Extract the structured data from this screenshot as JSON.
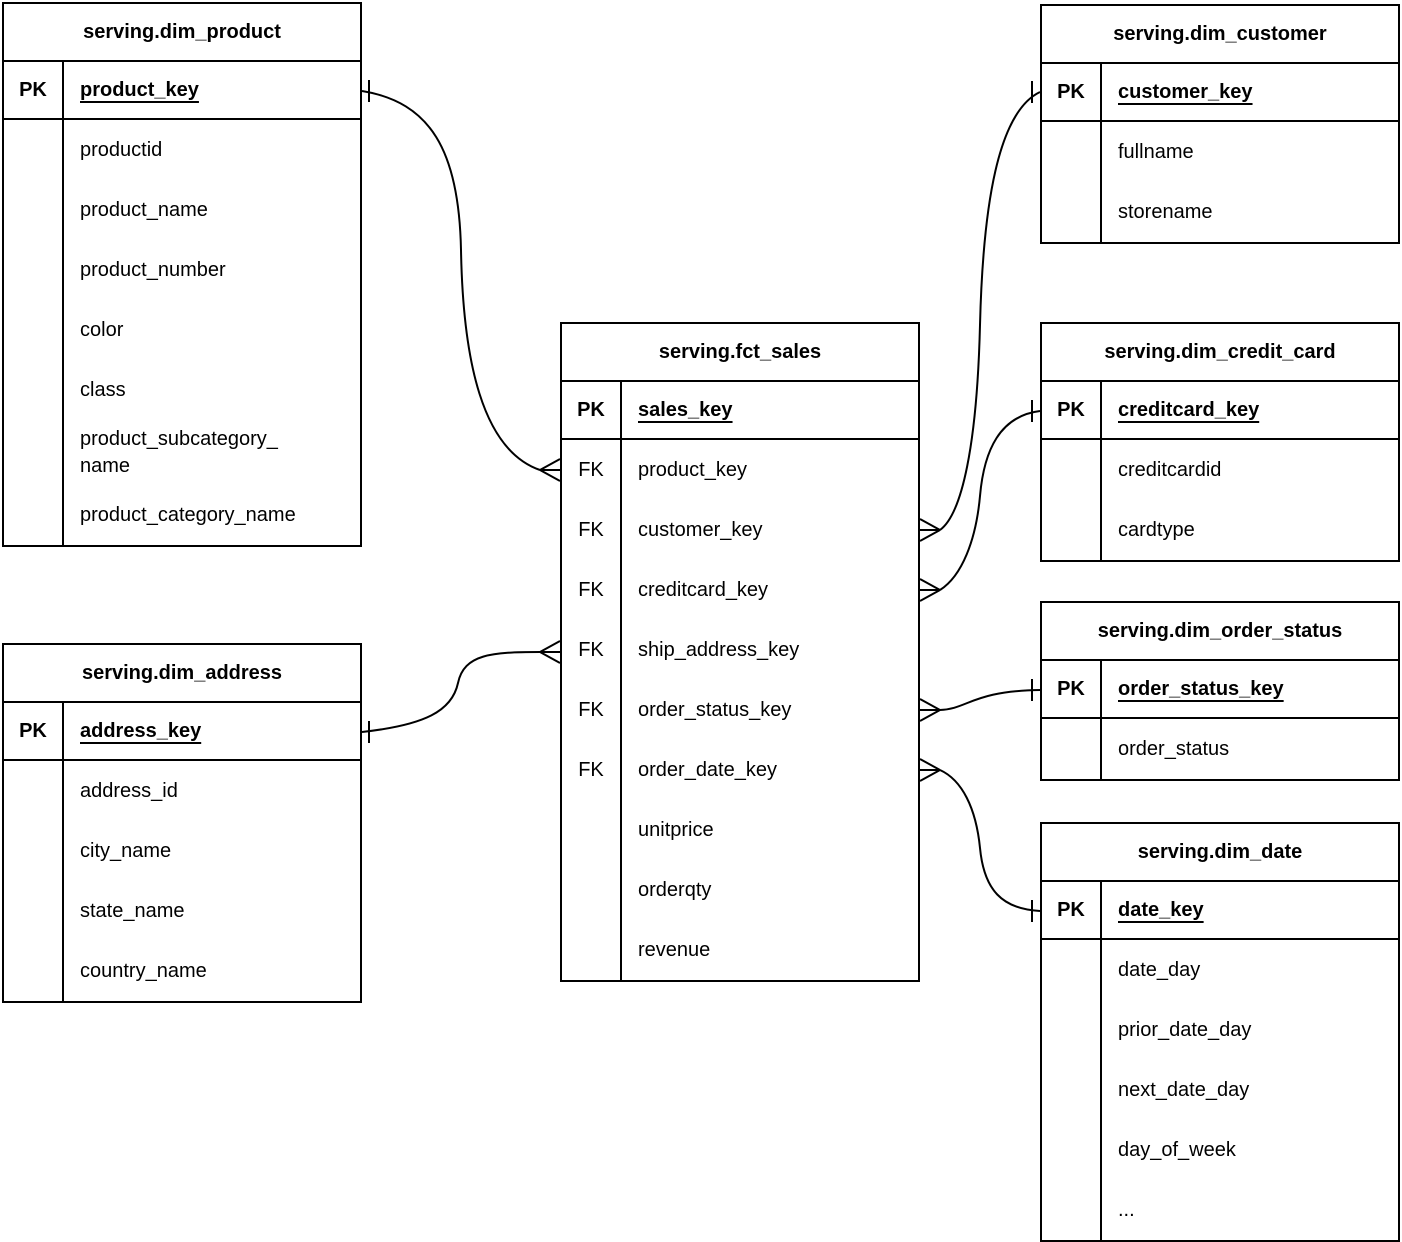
{
  "colors": {
    "background": "#ffffff",
    "line": "#000000",
    "text": "#000000"
  },
  "diagram": {
    "tables": {
      "dim_product": {
        "title": "serving.dim_product",
        "pk": {
          "key": "PK",
          "name": "product_key"
        },
        "fields": [
          {
            "key": "",
            "name": "productid"
          },
          {
            "key": "",
            "name": "product_name"
          },
          {
            "key": "",
            "name": "product_number"
          },
          {
            "key": "",
            "name": "color"
          },
          {
            "key": "",
            "name": "class"
          },
          {
            "key": "",
            "name": "product_subcategory_\nname"
          },
          {
            "key": "",
            "name": "product_category_name"
          }
        ]
      },
      "dim_customer": {
        "title": "serving.dim_customer",
        "pk": {
          "key": "PK",
          "name": "customer_key"
        },
        "fields": [
          {
            "key": "",
            "name": "fullname"
          },
          {
            "key": "",
            "name": "storename"
          }
        ]
      },
      "fct_sales": {
        "title": "serving.fct_sales",
        "pk": {
          "key": "PK",
          "name": "sales_key"
        },
        "fields": [
          {
            "key": "FK",
            "name": "product_key"
          },
          {
            "key": "FK",
            "name": "customer_key"
          },
          {
            "key": "FK",
            "name": "creditcard_key"
          },
          {
            "key": "FK",
            "name": "ship_address_key"
          },
          {
            "key": "FK",
            "name": "order_status_key"
          },
          {
            "key": "FK",
            "name": "order_date_key"
          },
          {
            "key": "",
            "name": "unitprice"
          },
          {
            "key": "",
            "name": "orderqty"
          },
          {
            "key": "",
            "name": "revenue"
          }
        ]
      },
      "dim_credit_card": {
        "title": "serving.dim_credit_card",
        "pk": {
          "key": "PK",
          "name": "creditcard_key"
        },
        "fields": [
          {
            "key": "",
            "name": "creditcardid"
          },
          {
            "key": "",
            "name": "cardtype"
          }
        ]
      },
      "dim_order_status": {
        "title": "serving.dim_order_status",
        "pk": {
          "key": "PK",
          "name": "order_status_key"
        },
        "fields": [
          {
            "key": "",
            "name": "order_status"
          }
        ]
      },
      "dim_date": {
        "title": "serving.dim_date",
        "pk": {
          "key": "PK",
          "name": "date_key"
        },
        "fields": [
          {
            "key": "",
            "name": "date_day"
          },
          {
            "key": "",
            "name": "prior_date_day"
          },
          {
            "key": "",
            "name": "next_date_day"
          },
          {
            "key": "",
            "name": "day_of_week"
          },
          {
            "key": "",
            "name": "..."
          }
        ]
      },
      "dim_address": {
        "title": "serving.dim_address",
        "pk": {
          "key": "PK",
          "name": "address_key"
        },
        "fields": [
          {
            "key": "",
            "name": "address_id"
          },
          {
            "key": "",
            "name": "city_name"
          },
          {
            "key": "",
            "name": "state_name"
          },
          {
            "key": "",
            "name": "country_name"
          }
        ]
      }
    },
    "relationships": [
      {
        "one": "serving.dim_product.product_key",
        "many": "serving.fct_sales.product_key"
      },
      {
        "one": "serving.dim_address.address_key",
        "many": "serving.fct_sales.ship_address_key"
      },
      {
        "one": "serving.dim_customer.customer_key",
        "many": "serving.fct_sales.customer_key"
      },
      {
        "one": "serving.dim_credit_card.creditcard_key",
        "many": "serving.fct_sales.creditcard_key"
      },
      {
        "one": "serving.dim_order_status.order_status_key",
        "many": "serving.fct_sales.order_status_key"
      },
      {
        "one": "serving.dim_date.date_key",
        "many": "serving.fct_sales.order_date_key"
      }
    ]
  }
}
